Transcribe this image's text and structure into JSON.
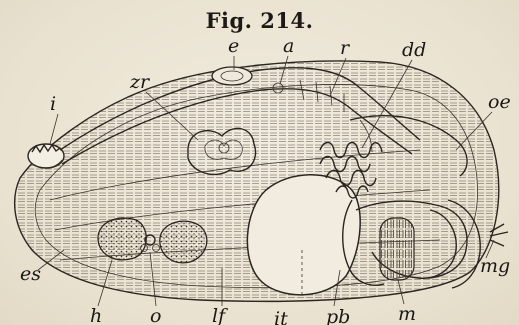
{
  "figure": {
    "caption": "Fig. 214."
  },
  "labels": {
    "e": "e",
    "a": "a",
    "r": "r",
    "dd": "dd",
    "zr": "zr",
    "i": "i",
    "oe": "oe",
    "es": "es",
    "h": "h",
    "o": "o",
    "lf": "lf",
    "it": "it",
    "pb": "pb",
    "m": "m",
    "mg": "mg"
  },
  "colors": {
    "paper": "#ece6d6",
    "ink": "#2a2520"
  }
}
